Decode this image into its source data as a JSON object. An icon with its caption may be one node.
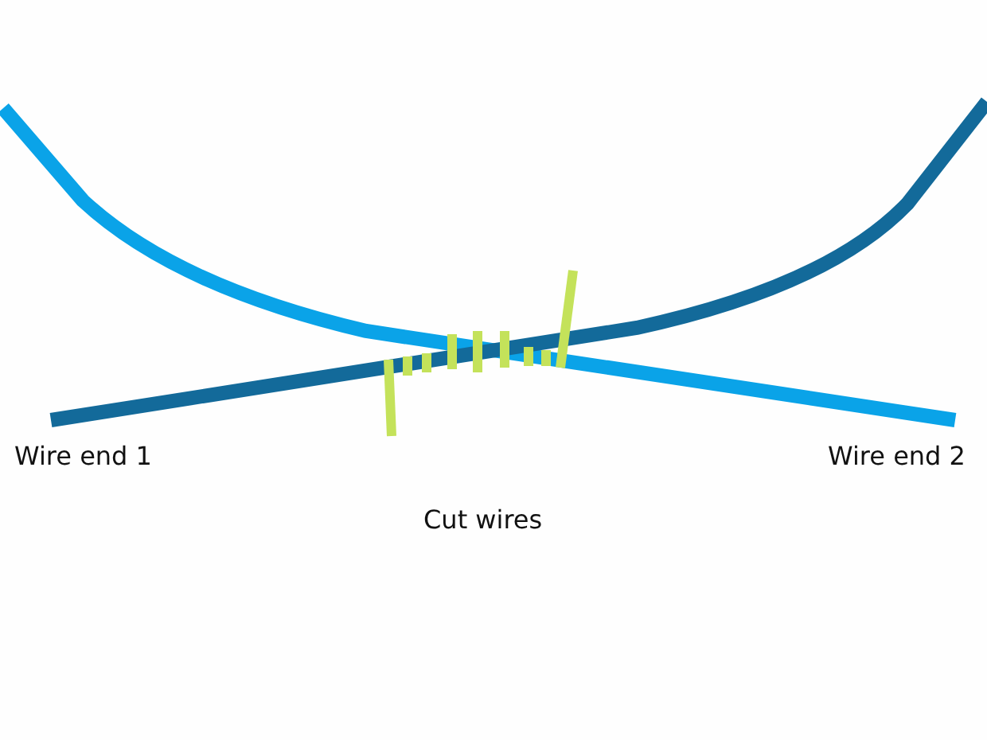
{
  "diagram": {
    "labels": [
      "Wire end 1",
      "Wire end 2",
      "Cut wires"
    ]
  }
}
